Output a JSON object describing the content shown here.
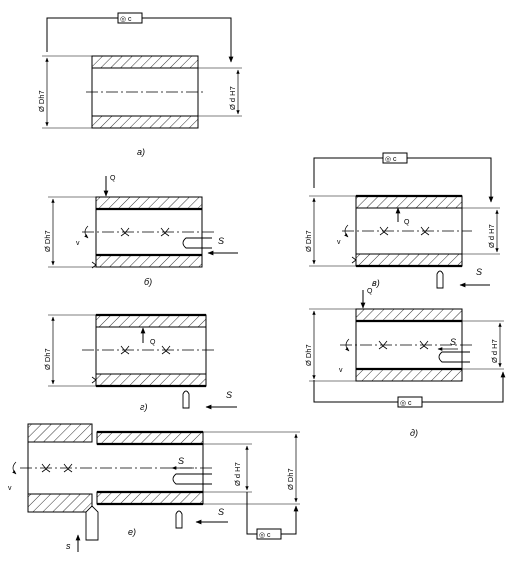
{
  "sketch_a": {
    "caption": "а)",
    "outer_dim": "Ø Dh7",
    "inner_dim": "Ø d H7",
    "control_box": "◎ c"
  },
  "sketch_b": {
    "caption": "б)",
    "outer_dim": "Ø Dh7",
    "force": "Q",
    "speed": "v",
    "feed": "S"
  },
  "sketch_v": {
    "caption": "в)",
    "outer_dim": "Ø Dh7",
    "inner_dim": "Ø d H7",
    "force": "Q",
    "speed": "v",
    "feed": "S",
    "control_box": "◎ c"
  },
  "sketch_g": {
    "caption": "г)",
    "outer_dim": "Ø Dh7",
    "force": "Q",
    "feed": "S"
  },
  "sketch_d": {
    "caption": "д)",
    "outer_dim": "Ø Dh7",
    "inner_dim": "Ø d H7",
    "force": "Q",
    "speed": "v",
    "feed": "S",
    "control_box": "◎ c"
  },
  "sketch_e": {
    "caption": "е)",
    "outer_dim": "Ø Dh7",
    "inner_dim": "Ø d H7",
    "speed": "v",
    "feed_inner": "S",
    "feed_outer": "S",
    "feed_radial": "s",
    "control_box": "◎ c"
  }
}
